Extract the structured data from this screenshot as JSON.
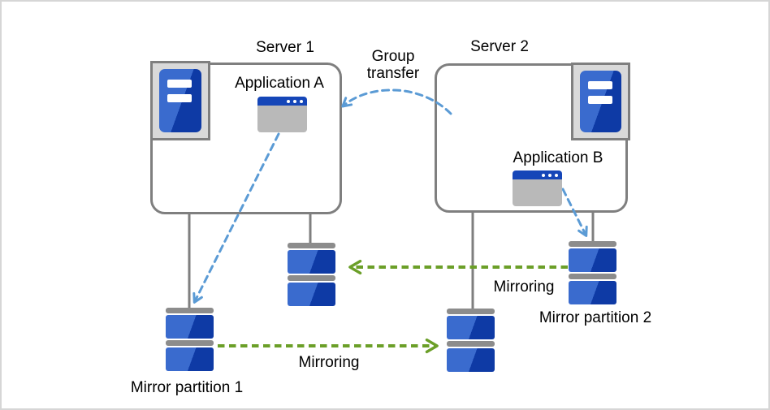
{
  "diagram_type": "cluster-mirroring-diagram",
  "servers": [
    {
      "label": "Server 1",
      "application": {
        "label": "Application A"
      }
    },
    {
      "label": "Server 2",
      "application": {
        "label": "Application B"
      }
    }
  ],
  "partitions": [
    {
      "label": "Mirror partition 1"
    },
    {
      "label": "Mirror partition 2"
    }
  ],
  "arrows": {
    "group_transfer": {
      "label": "Group transfer",
      "style": "dashed-arc",
      "color": "#5b9bd5"
    },
    "app_a_to_partition1": {
      "style": "dashed",
      "color": "#5b9bd5"
    },
    "app_b_to_partition2": {
      "style": "dashed",
      "color": "#5b9bd5"
    },
    "mirroring_top": {
      "label": "Mirroring",
      "direction": "right-to-left",
      "style": "dashed",
      "color": "#6b9f28"
    },
    "mirroring_bottom": {
      "label": "Mirroring",
      "direction": "left-to-right",
      "style": "dashed",
      "color": "#6b9f28"
    }
  },
  "icons": {
    "server_tower": "server-tower-icon",
    "app_window": "application-window-icon",
    "disk_stack": "disk-stack-icon"
  },
  "colors": {
    "arrow_blue": "#5b9bd5",
    "arrow_green": "#6b9f28",
    "outline_gray": "#7f7f7f",
    "icon_frame_gray": "#d9d9d9",
    "window_bar_blue": "#1546b8",
    "window_body_gray": "#b9b9b9",
    "disk_blue_light": "#3a6bce",
    "disk_blue_dark": "#0e3aa5",
    "disk_cap_gray": "#8c8c8c",
    "background": "#ffffff"
  }
}
